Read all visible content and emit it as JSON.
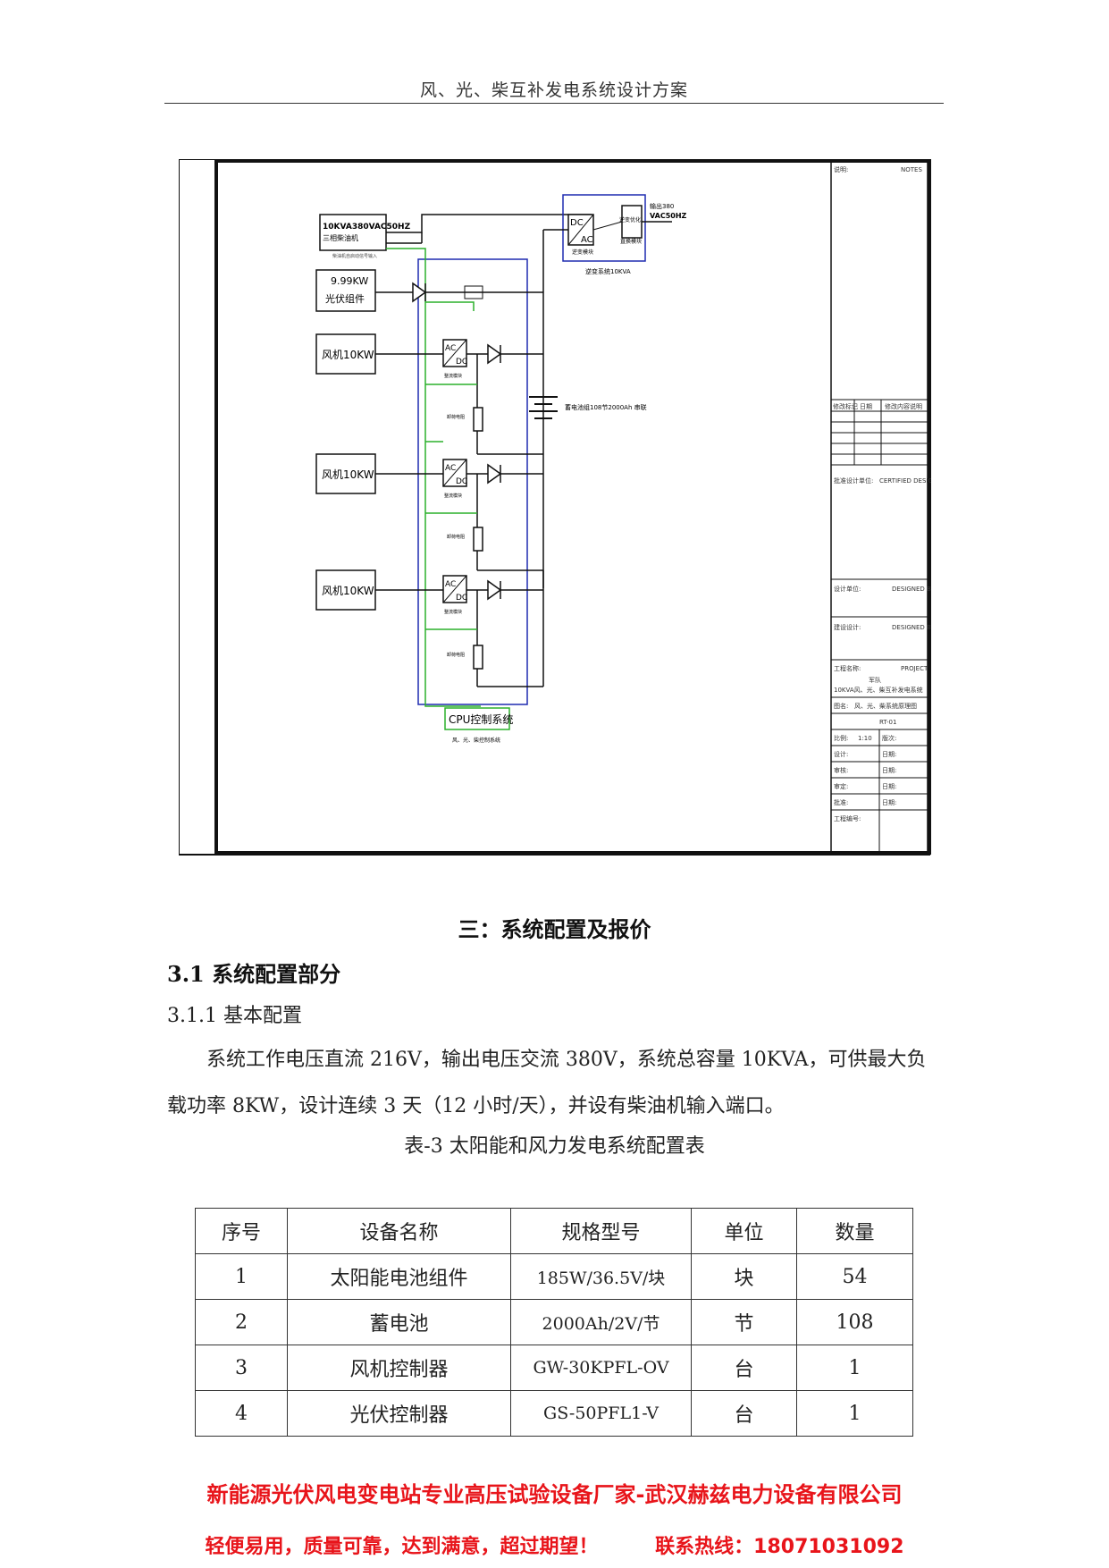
{
  "page": {
    "header": "风、光、柴互补发电系统设计方案"
  },
  "diagram": {
    "diesel": {
      "line1": "10KVA380VAC50HZ",
      "line2": "三相柴油机",
      "port": "柴油机自启动信号输入"
    },
    "pv": {
      "line1": "9.99KW",
      "line2": "光伏组件"
    },
    "turbines": [
      "风机10KW",
      "风机10KW",
      "风机10KW"
    ],
    "acdc_top": "AC",
    "acdc_bottom": "DC",
    "rect_label": "整流模块",
    "dump_label": "卸荷电阻",
    "battery_label": "蓄电池组108节2000Ah 串联",
    "inverter": {
      "dc": "DC",
      "ac": "AC",
      "module": "逆变模块",
      "transformer": "逆变优化",
      "filter": "直换模块",
      "output_line1": "输出380",
      "output_line2": "VAC50HZ",
      "system": "逆变系统10KVA"
    },
    "cpu": {
      "label": "CPU控制系统",
      "sub": "风、光、柴控制系统"
    },
    "title_block": {
      "notes": "说明:",
      "notes_right": "NOTES",
      "rev_headers": [
        "修改标记",
        "日期",
        "修改内容说明"
      ],
      "approved": "批准设计单位:",
      "approved_right": "CERTIFIED DESIGN",
      "checked": "设计单位:",
      "checked_right": "DESIGNED BY",
      "design": "建设设计:",
      "design_right": "DESIGNED BY",
      "project": "工程名称:",
      "project_right": "PROJECT",
      "proj_name1": "军队",
      "proj_name2": "10KVA风、光、柴互补发电系统",
      "drawing": "图名:",
      "drawing_name": "风、光、柴系统原理图",
      "number": "RT-01",
      "scale": "比例:",
      "scale_value": "1:10",
      "rows": [
        "设计:",
        "审核:",
        "审定:",
        "批准:",
        "工程编号:"
      ],
      "rows_right": [
        "版次:",
        "日期:",
        "日期:",
        "日期:",
        "日期:"
      ]
    }
  },
  "section_title": "三：系统配置及报价",
  "h2": "3.1 系统配置部分",
  "h3": "3.1.1 基本配置",
  "paragraph": "系统工作电压直流 216V，输出电压交流 380V，系统总容量 10KVA，可供最大负载功率 8KW，设计连续 3 天（12 小时/天），并设有柴油机输入端口。",
  "table_caption": "表-3 太阳能和风力发电系统配置表",
  "table": {
    "headers": [
      "序号",
      "设备名称",
      "规格型号",
      "单位",
      "数量"
    ],
    "rows": [
      [
        "1",
        "太阳能电池组件",
        "185W/36.5V/块",
        "块",
        "54"
      ],
      [
        "2",
        "蓄电池",
        "2000Ah/2V/节",
        "节",
        "108"
      ],
      [
        "3",
        "风机控制器",
        "GW-30KPFL-OV",
        "台",
        "1"
      ],
      [
        "4",
        "光伏控制器",
        "GS-50PFL1-V",
        "台",
        "1"
      ]
    ]
  },
  "footer": {
    "line1": "新能源光伏风电变电站专业高压试验设备厂家-武汉赫兹电力设备有限公司",
    "line2": "轻便易用，质量可靠，达到满意，超过期望！",
    "hotline": "联系热线：18071031092"
  },
  "colors": {
    "footer": "#e8141a",
    "blue_box": "#1f2bb0",
    "green_wire": "#2bb02b"
  }
}
